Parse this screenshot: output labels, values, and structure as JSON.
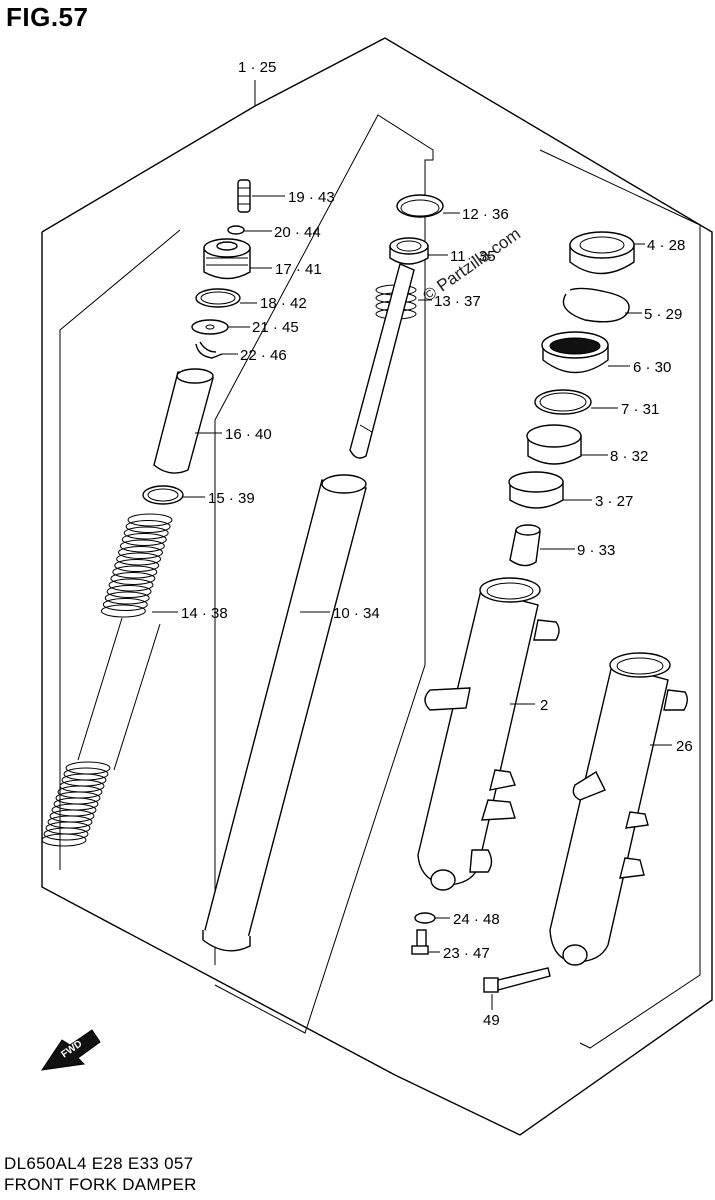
{
  "figure": {
    "title": "FIG.57",
    "model_code": "DL650AL4  E28  E33  057",
    "name": "FRONT FORK DAMPER",
    "watermark": "© Partzilla.com",
    "fwd_marker": "FWD"
  },
  "callouts": [
    {
      "id": "c-1-25",
      "text": "1 · 25"
    },
    {
      "id": "c-19-43",
      "text": "19 · 43"
    },
    {
      "id": "c-20-44",
      "text": "20 · 44"
    },
    {
      "id": "c-17-41",
      "text": "17 · 41"
    },
    {
      "id": "c-18-42",
      "text": "18 · 42"
    },
    {
      "id": "c-21-45",
      "text": "21 · 45"
    },
    {
      "id": "c-22-46",
      "text": "22 · 46"
    },
    {
      "id": "c-16-40",
      "text": "16 · 40"
    },
    {
      "id": "c-15-39",
      "text": "15 · 39"
    },
    {
      "id": "c-14-38",
      "text": "14 · 38"
    },
    {
      "id": "c-12-36",
      "text": "12 · 36"
    },
    {
      "id": "c-11-35",
      "text": "11 · 35"
    },
    {
      "id": "c-13-37",
      "text": "13 · 37"
    },
    {
      "id": "c-10-34",
      "text": "10 · 34"
    },
    {
      "id": "c-4-28",
      "text": "4 · 28"
    },
    {
      "id": "c-5-29",
      "text": "5 · 29"
    },
    {
      "id": "c-6-30",
      "text": "6 · 30"
    },
    {
      "id": "c-7-31",
      "text": "7 · 31"
    },
    {
      "id": "c-8-32",
      "text": "8 · 32"
    },
    {
      "id": "c-3-27",
      "text": "3 · 27"
    },
    {
      "id": "c-9-33",
      "text": "9 · 33"
    },
    {
      "id": "c-2",
      "text": "2"
    },
    {
      "id": "c-26",
      "text": "26"
    },
    {
      "id": "c-24-48",
      "text": "24 · 48"
    },
    {
      "id": "c-23-47",
      "text": "23 · 47"
    },
    {
      "id": "c-49",
      "text": "49"
    }
  ]
}
